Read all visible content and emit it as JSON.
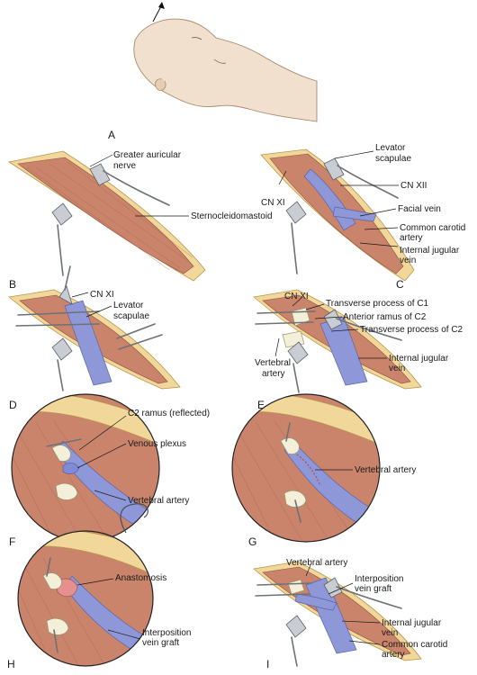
{
  "panels": {
    "A": {
      "letter": "A"
    },
    "B": {
      "letter": "B",
      "labels": [
        "Greater auricular",
        "nerve",
        "Sternocleidomastoid"
      ]
    },
    "C": {
      "letter": "C",
      "labels": [
        "Levator",
        "scapulae",
        "CN XII",
        "CN XI",
        "Facial vein",
        "Common carotid",
        "artery",
        "Internal jugular",
        "vein"
      ]
    },
    "D": {
      "letter": "D",
      "labels": [
        "CN XI",
        "Levator",
        "scapulae"
      ]
    },
    "E": {
      "letter": "E",
      "labels": [
        "CN XI",
        "Transverse process of C1",
        "Anterior ramus of C2",
        "Transverse process of C2",
        "Vertebral",
        "artery",
        "Internal jugular",
        "vein"
      ]
    },
    "F": {
      "letter": "F",
      "labels": [
        "C2 ramus (reflected)",
        "Venous plexus",
        "Vertebral artery"
      ]
    },
    "G": {
      "letter": "G",
      "labels": [
        "Vertebral artery"
      ]
    },
    "H": {
      "letter": "H",
      "labels": [
        "Anastomosis",
        "Interposition",
        "vein graft"
      ]
    },
    "I": {
      "letter": "I",
      "labels": [
        "Vertebral artery",
        "Interposition",
        "vein graft",
        "Internal jugular",
        "vein",
        "Common carotid",
        "artery"
      ]
    }
  },
  "colors": {
    "skin": "#f1d79a",
    "muscle": "#c9846b",
    "vein": "#8e98d8",
    "bone": "#f3efd9",
    "instrument": "#c9ccd2"
  }
}
